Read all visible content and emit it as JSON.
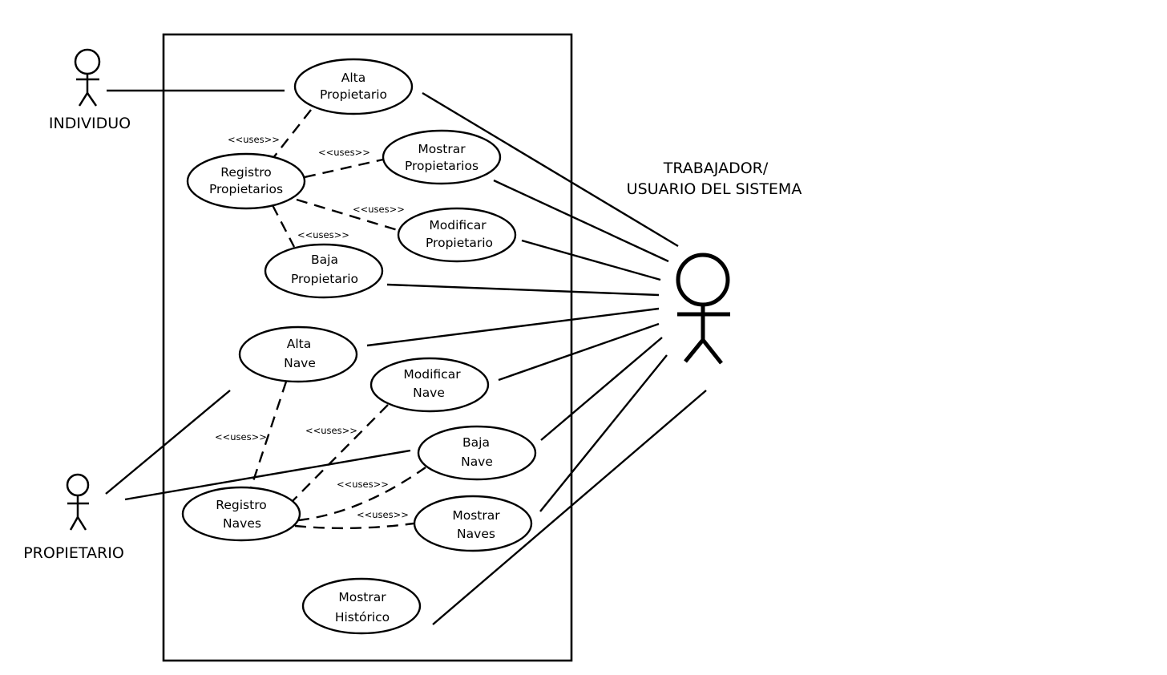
{
  "actors": {
    "individuo": "INDIVIDUO",
    "propietario": "PROPIETARIO",
    "trabajador_line1": "TRABAJADOR/",
    "trabajador_line2": "USUARIO DEL SISTEMA"
  },
  "use_cases": {
    "alta_propietario": [
      "Alta",
      "Propietario"
    ],
    "registro_propietarios": [
      "Registro",
      "Propietarios"
    ],
    "mostrar_propietarios": [
      "Mostrar",
      "Propietarios"
    ],
    "modificar_propietario": [
      "Modificar",
      "Propietario"
    ],
    "baja_propietario": [
      "Baja",
      "Propietario"
    ],
    "alta_nave": [
      "Alta",
      "Nave"
    ],
    "modificar_nave": [
      "Modificar",
      "Nave"
    ],
    "baja_nave": [
      "Baja",
      "Nave"
    ],
    "registro_naves": [
      "Registro",
      "Naves"
    ],
    "mostrar_naves": [
      "Mostrar",
      "Naves"
    ],
    "mostrar_historico": [
      "Mostrar",
      "Histórico"
    ]
  },
  "relations": {
    "uses": "<<uses>>"
  }
}
